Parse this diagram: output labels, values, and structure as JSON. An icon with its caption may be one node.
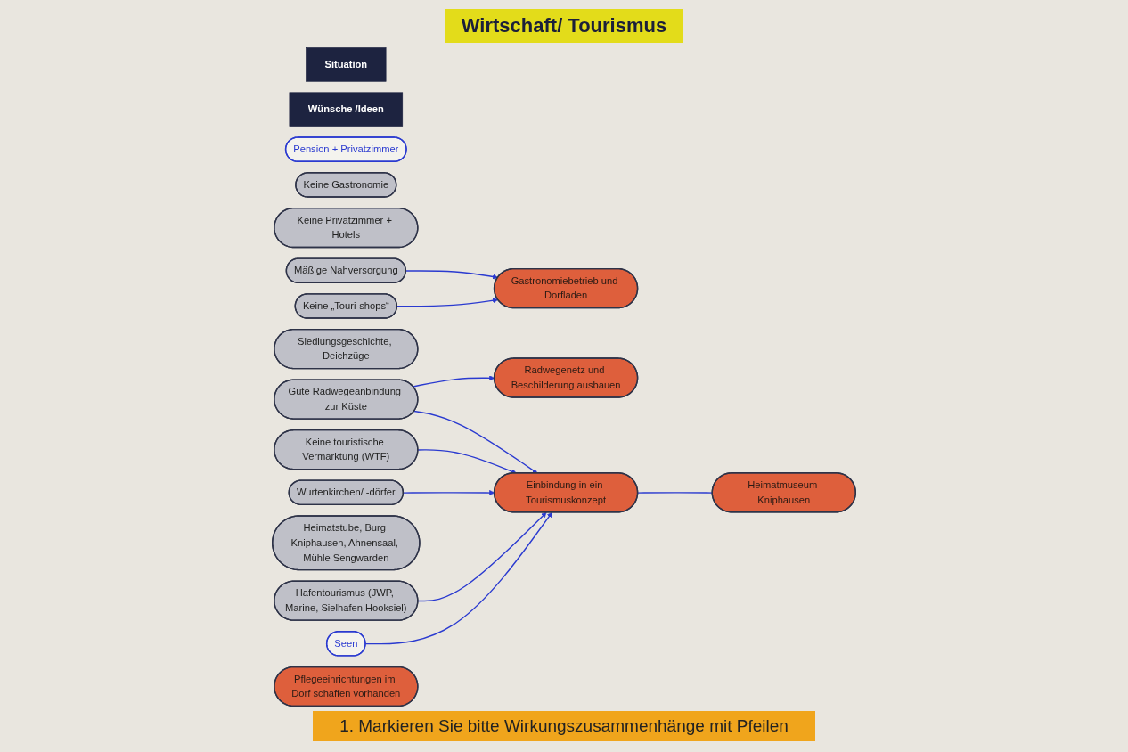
{
  "diagram": {
    "title": "Wirtschaft/ Tourismus",
    "caption": "1. Markieren Sie bitte Wirkungszusammenhänge mit Pfeilen",
    "nodes": [
      {
        "text": [
          "Situation"
        ]
      },
      {
        "text": [
          "Wünsche /Ideen"
        ]
      },
      {
        "text": [
          "Pension + Privatzimmer"
        ]
      },
      {
        "text": [
          "Keine Gastronomie"
        ]
      },
      {
        "text": [
          "Keine Privatzimmer + Hotels"
        ]
      },
      {
        "text": [
          "Seen"
        ]
      },
      {
        "text": [
          "Keine „Touri-shops“"
        ]
      },
      {
        "text": [
          "Siedlungsgeschichte, Deichzüge"
        ]
      },
      {
        "text": [
          "Hafentourismus (JWP, Marine, Sielhafen Hooksiel)"
        ]
      },
      {
        "text": [
          "Wurtenkirchen/ -dörfer"
        ]
      },
      {
        "text": [
          "Keine touristische Vermarktung (WTF)"
        ]
      },
      {
        "text": [
          "Heimatstube, Burg Kniphausen, Ahnensaal, Mühle Sengwarden"
        ]
      },
      {
        "text": [
          "Gute Radwegeanbindung zur Küste"
        ]
      },
      {
        "text": [
          "Mäßige Nahversorgung"
        ]
      },
      {
        "text": [
          "Heimatmuseum Kniphausen"
        ]
      },
      {
        "text": [
          "Gastronomiebetrieb und Dorfladen"
        ]
      },
      {
        "text": [
          "Radwegenetz und Beschilderung ausbauen"
        ]
      },
      {
        "text": [
          "Einbindung in ein Tourismuskonzept"
        ]
      },
      {
        "text": [
          "Pflegeeinrichtungen im Dorf schaffen vorhanden"
        ]
      }
    ],
    "edges": [
      {
        "from": 6,
        "to": 15,
        "arrow": "to"
      },
      {
        "from": 5,
        "to": 17,
        "arrow": "to"
      },
      {
        "from": 8,
        "to": 17,
        "arrow": "to"
      },
      {
        "from": 9,
        "to": 17,
        "arrow": "to"
      },
      {
        "from": 10,
        "to": 17,
        "arrow": "to"
      },
      {
        "from": 12,
        "to": 16,
        "arrow": "to"
      },
      {
        "from": 12,
        "to": 17,
        "arrow": "to"
      },
      {
        "from": 14,
        "to": 17,
        "arrow": "none"
      },
      {
        "from": 13,
        "to": 15,
        "arrow": "to"
      }
    ]
  }
}
